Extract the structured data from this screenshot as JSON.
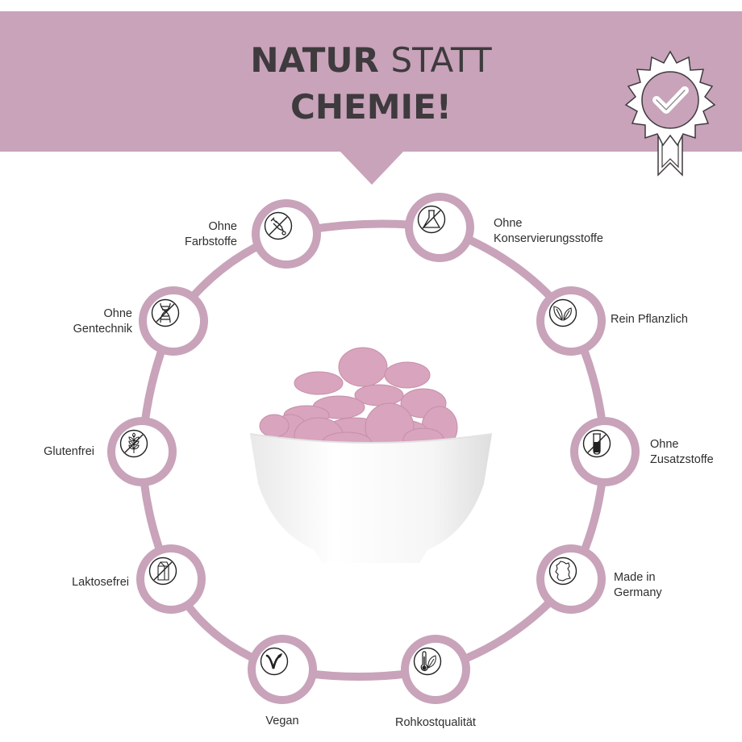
{
  "header": {
    "title_bold": "NATUR",
    "title_light": "STATT",
    "title_line2": "CHEMIE!",
    "badge_icon": "certified-award-checkmark-icon"
  },
  "colors": {
    "brand_mauve": "#c8a3ba",
    "title_text": "#3e3a3d",
    "label_text": "#2e2e2e",
    "tablet_pink": "#d9a4bd"
  },
  "center_image": {
    "subject": "white bowl filled with pink tablets"
  },
  "features": [
    {
      "id": "farbstoffe",
      "line1": "Ohne",
      "line2": "Farbstoffe",
      "icon": "no-dropper-icon"
    },
    {
      "id": "konservierungsstoffe",
      "line1": "Ohne",
      "line2": "Konservierungsstoffe",
      "icon": "no-flask-icon"
    },
    {
      "id": "pflanzlich",
      "line1": "Rein Pflanzlich",
      "line2": "",
      "icon": "leaves-icon"
    },
    {
      "id": "zusatzstoffe",
      "line1": "Ohne",
      "line2": "Zusatzstoffe",
      "icon": "no-test-tube-icon"
    },
    {
      "id": "germany",
      "line1": "Made in",
      "line2": "Germany",
      "icon": "germany-map-icon"
    },
    {
      "id": "rohkost",
      "line1": "Rohkostqualität",
      "line2": "",
      "icon": "thermometer-leaf-icon"
    },
    {
      "id": "vegan",
      "line1": "Vegan",
      "line2": "",
      "icon": "vegan-v-leaf-icon"
    },
    {
      "id": "laktosefrei",
      "line1": "Laktosefrei",
      "line2": "",
      "icon": "no-milk-carton-icon"
    },
    {
      "id": "glutenfrei",
      "line1": "Glutenfrei",
      "line2": "",
      "icon": "no-wheat-icon"
    },
    {
      "id": "gentechnik",
      "line1": "Ohne",
      "line2": "Gentechnik",
      "icon": "no-dna-icon"
    }
  ]
}
